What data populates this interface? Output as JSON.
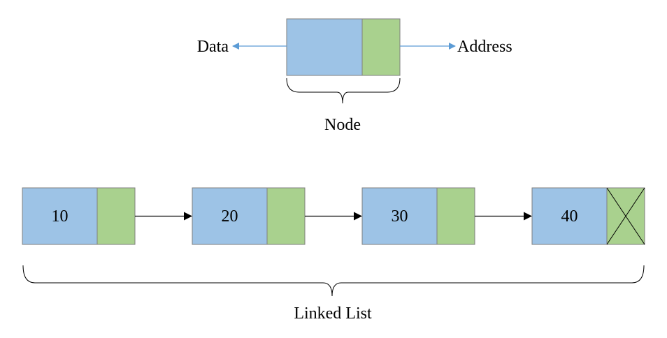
{
  "node_legend": {
    "data_label": "Data",
    "address_label": "Address",
    "node_label": "Node"
  },
  "linked_list": {
    "label": "Linked List",
    "nodes": [
      {
        "value": "10",
        "terminal": false
      },
      {
        "value": "20",
        "terminal": false
      },
      {
        "value": "30",
        "terminal": false
      },
      {
        "value": "40",
        "terminal": true
      }
    ]
  },
  "colors": {
    "data_cell": "#9dc3e6",
    "address_cell": "#a9d18e",
    "border": "#7f7f7f",
    "legend_arrow": "#5b9bd5",
    "list_arrow": "#000000"
  }
}
